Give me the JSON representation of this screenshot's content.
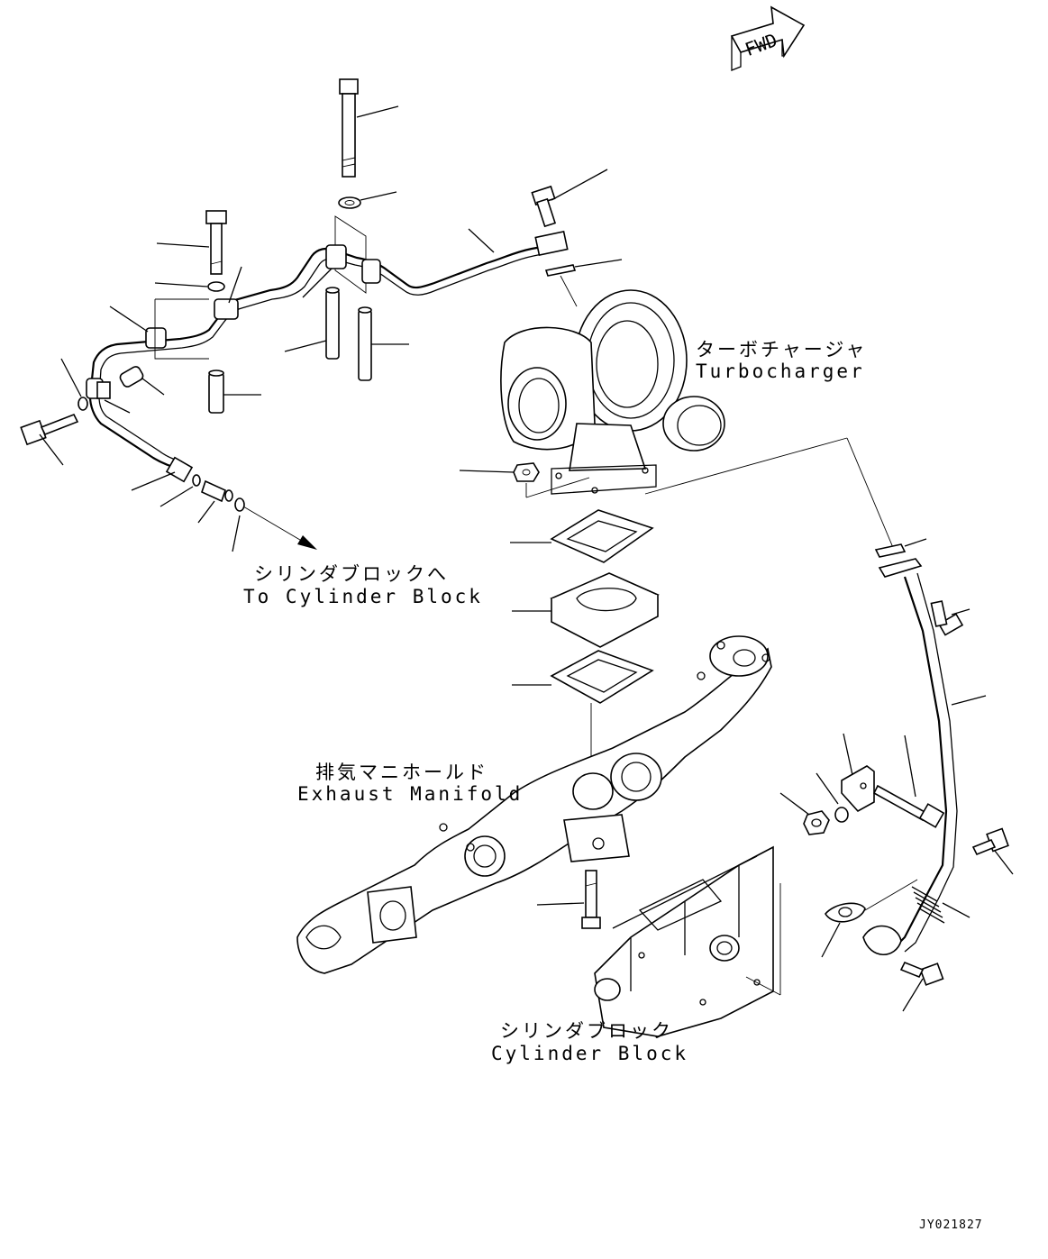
{
  "fwd_label": "FWD",
  "labels": {
    "turbocharger_jp": "ターボチャージャ",
    "turbocharger_en": "Turbocharger",
    "to_cylinder_block_jp": "シリンダブロックへ",
    "to_cylinder_block_en": "To Cylinder Block",
    "exhaust_manifold_jp": "排気マニホールド",
    "exhaust_manifold_en": "Exhaust Manifold",
    "cylinder_block_jp": "シリンダブロック",
    "cylinder_block_en": "Cylinder Block"
  },
  "drawing_code": "JY021827"
}
